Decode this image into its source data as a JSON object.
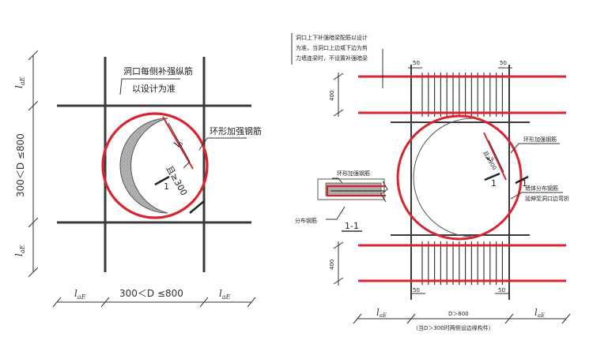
{
  "colors": {
    "rebar": "#3a3a3a",
    "ring": "#d8242f",
    "hatch": "#9a9a9a",
    "dim": "#333333",
    "text": "#222222"
  },
  "left": {
    "note_line1": "洞口每侧补强纵筋",
    "note_line2": "以设计为准",
    "ring_label": "环形加强钢筋",
    "lae_top": "l",
    "lae_top_sub": "aE",
    "lae_bottom": "l",
    "lae_bottom_sub": "aE",
    "dim_vertical": "300＜D ≤800",
    "dim_horizontal": "300＜D ≤800",
    "lae_left": "l",
    "lae_left_sub": "aE",
    "lae_right": "l",
    "lae_right_sub": "aE",
    "la_small": "l",
    "la_small_sub": "a",
    "anchor_300": "且≥300",
    "section_mark": "1"
  },
  "right": {
    "note_line1": "洞口上下补强暗梁配筋以设计",
    "note_line2": "为准，当洞口上边或下边为剪",
    "note_line3": "力墙连梁时，不设置补强暗梁",
    "top_50_left": "50",
    "top_50_right": "50",
    "dim_400_top": "400",
    "dim_400_bottom": "400",
    "ring_label": "环形加强钢筋",
    "wall_dist_line1": "墙体分布钢筋",
    "wall_dist_line2": "延伸至洞口边弯折",
    "section_label_ring": "环形加强钢筋",
    "section_label_dist": "分布钢筋",
    "section_title": "1-1",
    "mark_left": "1",
    "mark_right": "1",
    "la_small": "l",
    "la_small_sub": "a",
    "anchor_300": "且≥300",
    "dim_D": "D＞800",
    "lae_left": "l",
    "lae_left_sub": "aE",
    "lae_right": "l",
    "lae_right_sub": "aE",
    "bottom_note": "（当D＞300时两侧设边缘构件）",
    "bottom_50_left": "50",
    "bottom_50_right": "50"
  }
}
